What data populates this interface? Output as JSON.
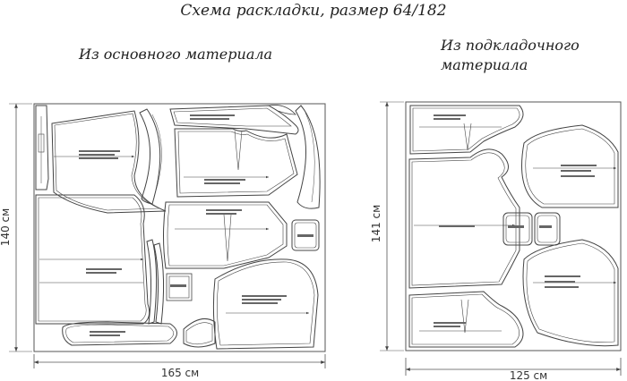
{
  "title": "Схема раскладки, размер 64/182",
  "main_fabric": {
    "label": "Из основного материала",
    "width_label": "165 см",
    "height_label": "140 см"
  },
  "lining_fabric": {
    "label": "Из подкладочного материала",
    "width_label": "125 см",
    "height_label": "141 см"
  }
}
